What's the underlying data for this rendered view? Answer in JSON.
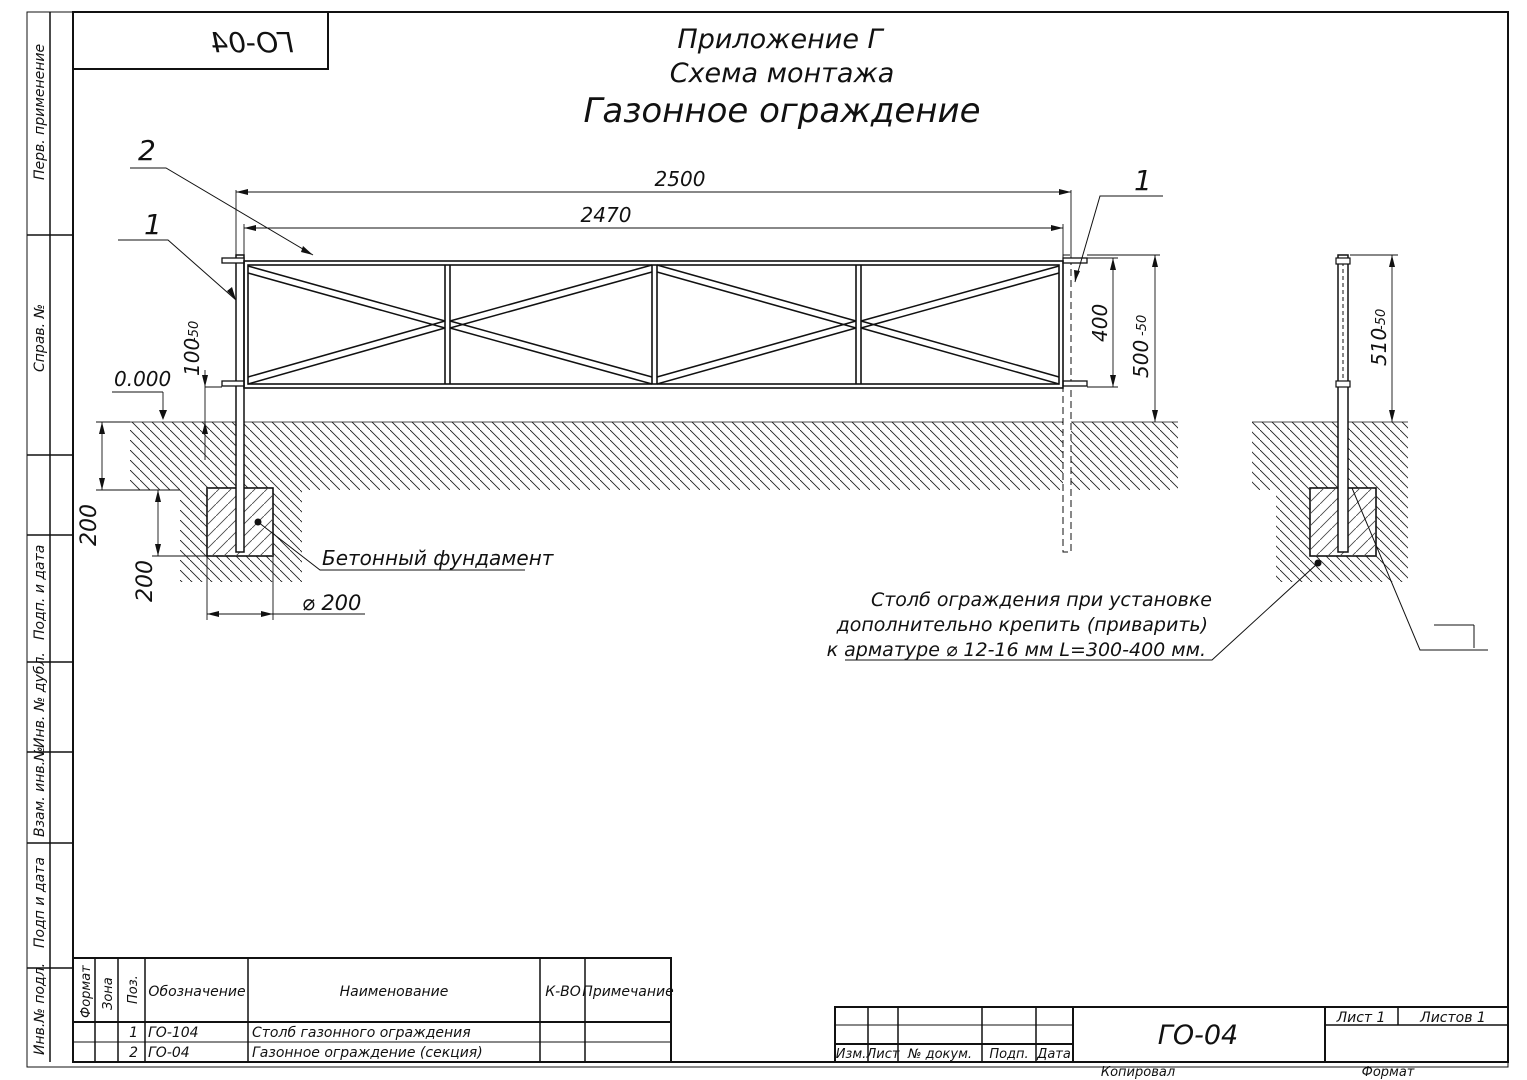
{
  "header": {
    "code_box_mirrored": "ГО-04",
    "appendix": "Приложение Г",
    "subtitle": "Схема монтажа",
    "title": "Газонное ограждение"
  },
  "side_stamp": {
    "perv_primenenie": "Перв. применение",
    "sprav_no": "Справ. №",
    "podp_i_data_1": "Подп. и дата",
    "inv_no_dubl": "Инв. № дубл.",
    "vzam_inv_no": "Взам. инв.№",
    "podp_i_data_2": "Подп и дата",
    "inv_no_podl": "Инв.№ подл."
  },
  "drawing": {
    "callout_2": "2",
    "callout_1_left": "1",
    "callout_1_right": "1",
    "dim_overall": "2500",
    "dim_inner": "2470",
    "dim_100": "100",
    "dim_100_tol": "-50",
    "dim_400": "400",
    "dim_500": "500",
    "dim_500_tol": "-50",
    "dim_510": "510",
    "dim_510_tol": "-50",
    "level_mark": "0.000",
    "dim_200_depth": "200",
    "dim_200_base": "200",
    "diameter": "⌀ 200",
    "foundation_label": "Бетонный фундамент",
    "note_line1": "Столб ограждения при установке",
    "note_line2": "дополнительно крепить (приварить)",
    "note_line3": "к арматуре ⌀ 12-16 мм L=300-400 мм."
  },
  "spec_table": {
    "headers": {
      "format": "Формат",
      "zone": "Зона",
      "pos": "Поз.",
      "designation": "Обозначение",
      "name": "Наименование",
      "qty": "К-ВО",
      "note": "Примечание"
    },
    "rows": [
      {
        "pos": "1",
        "designation": "ГО-104",
        "name": "Столб газонного ограждения"
      },
      {
        "pos": "2",
        "designation": "ГО-04",
        "name": "Газонное ограждение (секция)"
      }
    ]
  },
  "title_block": {
    "code": "ГО-04",
    "sheet": "Лист 1",
    "sheets": "Листов 1",
    "col_izm": "Изм.",
    "col_list": "Лист",
    "col_doc": "№ докум.",
    "col_sign": "Подп.",
    "col_date": "Дата",
    "copied": "Копировал",
    "format": "Формат"
  }
}
